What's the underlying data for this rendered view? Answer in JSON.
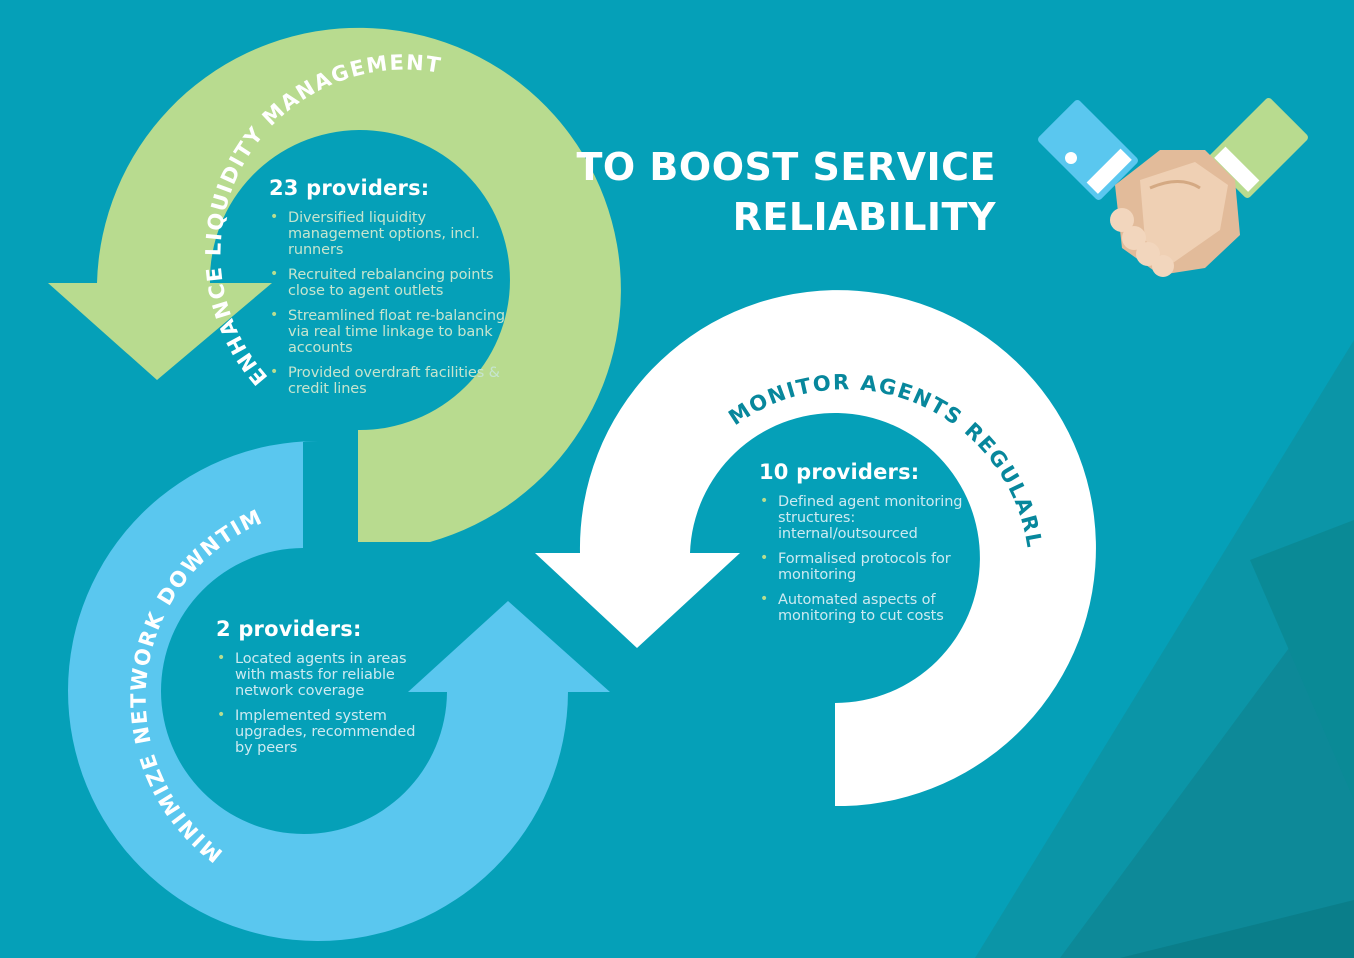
{
  "title_line1": "TO BOOST SERVICE",
  "title_line2": "RELIABILITY",
  "colors": {
    "background": "#05a0b8",
    "green_arrow": "#b8db8f",
    "blue_arrow": "#5ac7ef",
    "white_arrow": "#ffffff",
    "monitor_label": "#07879c"
  },
  "icons": {
    "hero": "handshake-icon"
  },
  "sections": {
    "liquidity": {
      "label": "ENHANCE LIQUIDITY MANAGEMENT",
      "heading": "23 providers:",
      "bullets": [
        "Diversified liquidity management options, incl. runners",
        "Recruited rebalancing points close to agent outlets",
        "Streamlined float re-balancing via real time linkage to bank accounts",
        "Provided overdraft facilities & credit lines"
      ]
    },
    "monitor": {
      "label": "MONITOR AGENTS REGULARLY",
      "heading": "10 providers:",
      "bullets": [
        "Defined agent monitoring structures: internal/outsourced",
        "Formalised protocols for monitoring",
        "Automated aspects of monitoring to cut costs"
      ]
    },
    "network": {
      "label": "MINIMIZE NETWORK DOWNTIME",
      "heading": "2 providers:",
      "bullets": [
        "Located agents in areas with masts for reliable network coverage",
        "Implemented system upgrades, recommended by peers"
      ]
    }
  }
}
